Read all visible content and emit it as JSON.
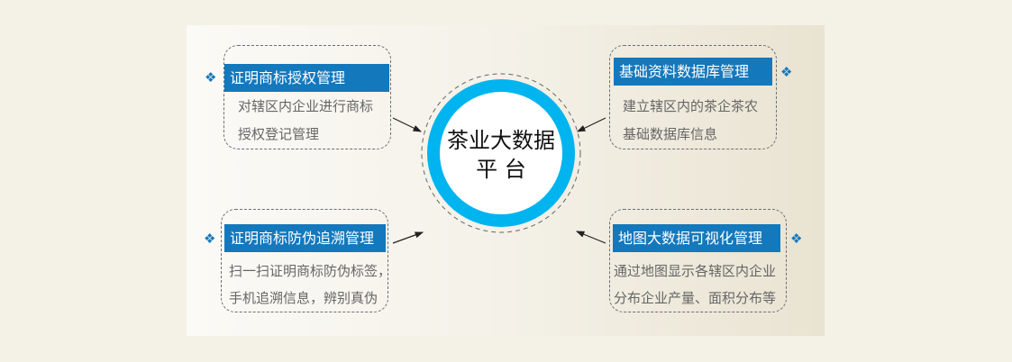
{
  "center": {
    "line1": "茶业大数据",
    "line2": "平 台"
  },
  "modules": [
    {
      "title": "证明商标授权管理",
      "lines": [
        "对辖区内企业进行商标",
        "授权登记管理"
      ]
    },
    {
      "title": "基础资料数据库管理",
      "lines": [
        "建立辖区内的茶企茶农",
        "基础数据库信息"
      ]
    },
    {
      "title": "证明商标防伪追溯管理",
      "lines": [
        "扫一扫证明商标防伪标签，",
        "手机追溯信息，辨别真伪"
      ]
    },
    {
      "title": "地图大数据可视化管理",
      "lines": [
        "通过地图显示各辖区内企业",
        "分布企业产量、面积分布等"
      ]
    }
  ],
  "colors": {
    "accent": "#1478bc",
    "ring": "#00b4ef"
  },
  "icons": {
    "bullet": "diamond-cluster-icon"
  }
}
